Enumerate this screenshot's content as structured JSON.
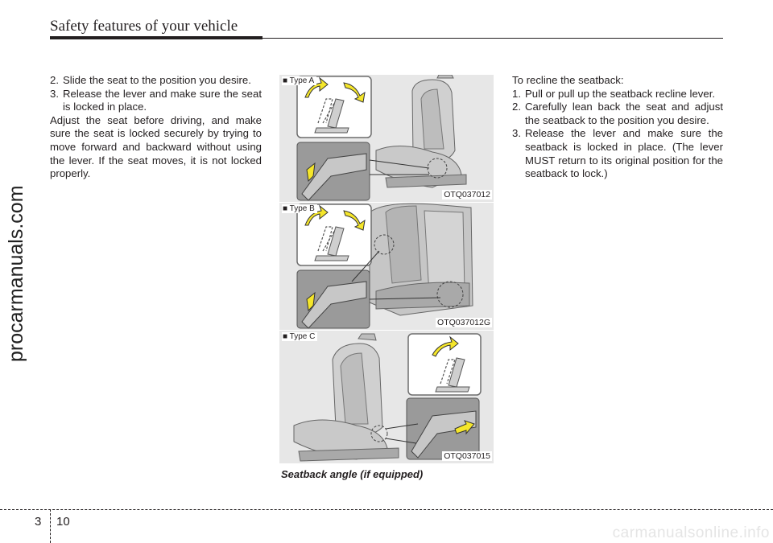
{
  "header": {
    "title": "Safety features of your vehicle"
  },
  "watermark_side": "procarmanuals.com",
  "watermark_bottom": "carmanualsonline.info",
  "left_column": {
    "steps": [
      {
        "num": "2.",
        "text": "Slide the seat to the position you desire."
      },
      {
        "num": "3.",
        "text": "Release the lever and make sure the seat is locked in place."
      }
    ],
    "paragraph": "Adjust the seat before driving, and make sure the seat is locked securely by trying to move forward and backward without using the lever. If the seat moves, it is not locked properly."
  },
  "figure": {
    "panels": [
      {
        "type_label": "■ Type A",
        "code": "OTQ037012"
      },
      {
        "type_label": "■ Type B",
        "code": "OTQ037012G"
      },
      {
        "type_label": "■ Type C",
        "code": "OTQ037015"
      }
    ],
    "caption": "Seatback angle (if equipped)"
  },
  "right_column": {
    "intro": "To recline the seatback:",
    "steps": [
      {
        "num": "1.",
        "text": "Pull or pull up the seatback recline lever."
      },
      {
        "num": "2.",
        "text": "Carefully lean back the seat and adjust the seatback to the position you desire."
      },
      {
        "num": "3.",
        "text": "Release the lever and make sure the seatback is locked in place. (The lever MUST return to its original position for the seatback to lock.)"
      }
    ]
  },
  "footer": {
    "chapter": "3",
    "page": "10"
  },
  "colors": {
    "text": "#231f20",
    "arrow_yellow": "#f5e62a",
    "panel_gray": "#e7e7e7"
  }
}
